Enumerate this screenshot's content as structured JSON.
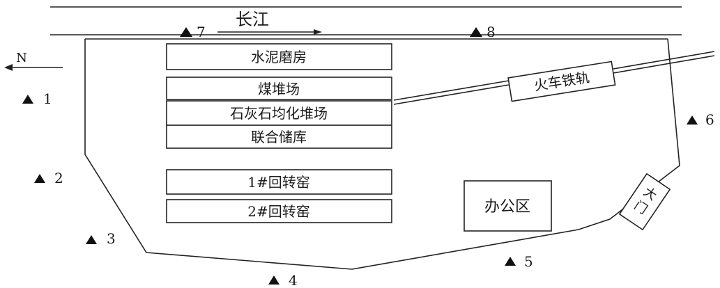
{
  "river": {
    "label": "长江"
  },
  "north": {
    "label": "N"
  },
  "buildings": [
    {
      "id": "cement-mill",
      "label": "水泥磨房"
    },
    {
      "id": "coal-yard",
      "label": "煤堆场"
    },
    {
      "id": "limestone-yard",
      "label": "石灰石均化堆场"
    },
    {
      "id": "storage",
      "label": "联合储库"
    },
    {
      "id": "kiln-1",
      "label": "1#回转窑"
    },
    {
      "id": "kiln-2",
      "label": "2#回转窑"
    },
    {
      "id": "office",
      "label": "办公区"
    }
  ],
  "railway": {
    "label": "火车铁轨"
  },
  "gate": {
    "label_line1": "大",
    "label_line2": "门"
  },
  "points": [
    {
      "id": "1",
      "label": "1"
    },
    {
      "id": "2",
      "label": "2"
    },
    {
      "id": "3",
      "label": "3"
    },
    {
      "id": "4",
      "label": "4"
    },
    {
      "id": "5",
      "label": "5"
    },
    {
      "id": "6",
      "label": "6"
    },
    {
      "id": "7",
      "label": "7"
    },
    {
      "id": "8",
      "label": "8"
    }
  ],
  "colors": {
    "line": "#222222",
    "background": "#ffffff"
  }
}
